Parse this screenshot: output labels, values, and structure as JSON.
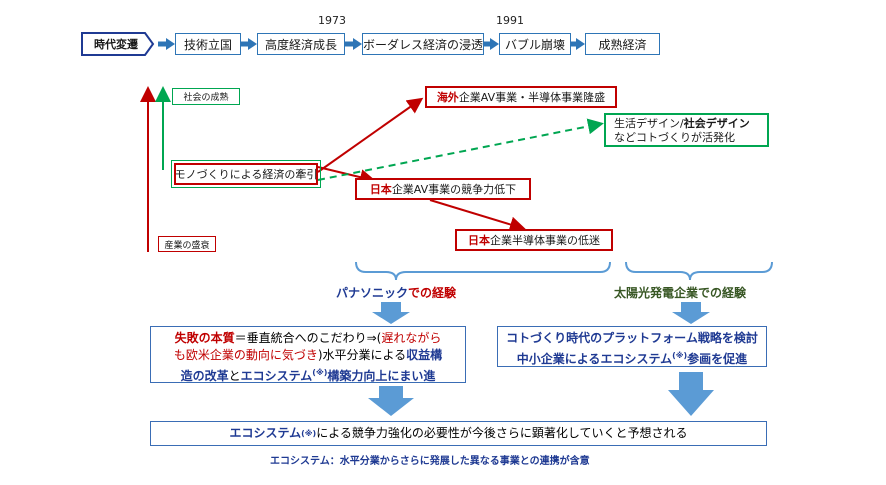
{
  "timeline": {
    "label": "時代変遷",
    "stages": [
      "技術立国",
      "高度経済成長",
      "ボーダレス経済の浸透",
      "バブル崩壊",
      "成熟経済"
    ],
    "years": [
      "1973",
      "1991"
    ]
  },
  "axis": {
    "social": "社会の成熟",
    "industry": "産業の盛衰"
  },
  "boxes": {
    "origin": "モノづくりによる経済の牽引",
    "overseas_prefix": "海外",
    "overseas_rest": "企業AV事業・半導体事業隆盛",
    "japan_av_prefix": "日本",
    "japan_av_rest": "企業AV事業の競争力低下",
    "japan_semi_prefix": "日本",
    "japan_semi_rest": "企業半導体事業の低迷",
    "design_line1_a": "生活デザイン/",
    "design_line1_b": "社会デザイン",
    "design_line2": "などコトづくりが活発化"
  },
  "experience": {
    "panasonic_a": "パナソニック",
    "panasonic_b": "での経験",
    "solar": "太陽光発電企業での経験"
  },
  "lessons": {
    "left_l1_a": "失敗の本質",
    "left_l1_b": "＝垂直統合へのこだわり⇒(",
    "left_l1_c": "遅れながら",
    "left_l2_a": "も欧米企業の動向に気づき",
    "left_l2_b": ")水平分業による",
    "left_l2_c": "収益構",
    "left_l3_a": "造の改革",
    "left_l3_b": "と",
    "left_l3_c": "エコシステム",
    "left_l3_sup": "(※)",
    "left_l3_d": "構築力向上にまい進",
    "right_l1": "コトづくり時代のプラットフォーム戦略を検討",
    "right_l2_a": "中小企業によるエコシステム",
    "right_l2_sup": "(※)",
    "right_l2_b": "参画を促進"
  },
  "conclusion": {
    "a": "エコシステム",
    "sup": "(※)",
    "b": "による競争力強化の必要性が今後さらに顕著化していくと予想される"
  },
  "footnote": "エコシステム：水平分業からさらに発展した異なる事業との連携が含意",
  "colors": {
    "red": "#c00000",
    "green": "#00a651",
    "blue": "#2e75b6",
    "arrow_blue": "#5b9bd5",
    "navy": "#1f3a93"
  }
}
